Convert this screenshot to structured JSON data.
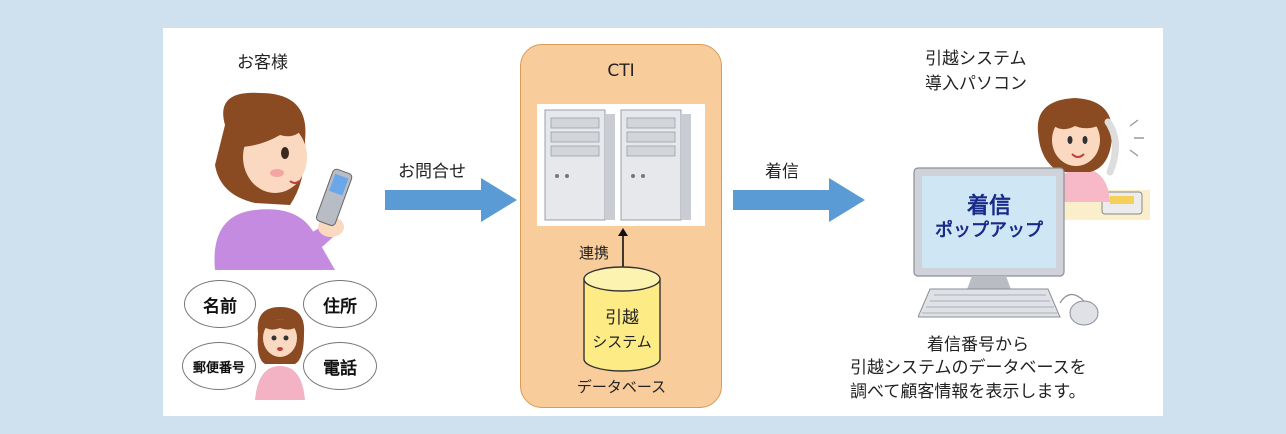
{
  "customer": {
    "title": "お客様",
    "bubbles": [
      "名前",
      "住所",
      "郵便番号",
      "電話"
    ]
  },
  "arrows": {
    "inquiry": "お問合せ",
    "incoming": "着信"
  },
  "cti": {
    "title": "CTI",
    "link_label": "連携",
    "database_label": "データベース",
    "db_line1": "引越",
    "db_line2": "システム"
  },
  "pc": {
    "title_line1": "引越システム",
    "title_line2": "導入パソコン",
    "popup_line1": "着信",
    "popup_line2": "ポップアップ",
    "desc_line1": "着信番号から",
    "desc_line2": "引越システムのデータベースを",
    "desc_line3": "調べて顧客情報を表示します。"
  },
  "colors": {
    "background": "#cfe0ef",
    "panel": "#ffffff",
    "arrow": "#5b9bd5",
    "cti_box": "#f9cc9b",
    "cylinder": "#fdeb86"
  }
}
